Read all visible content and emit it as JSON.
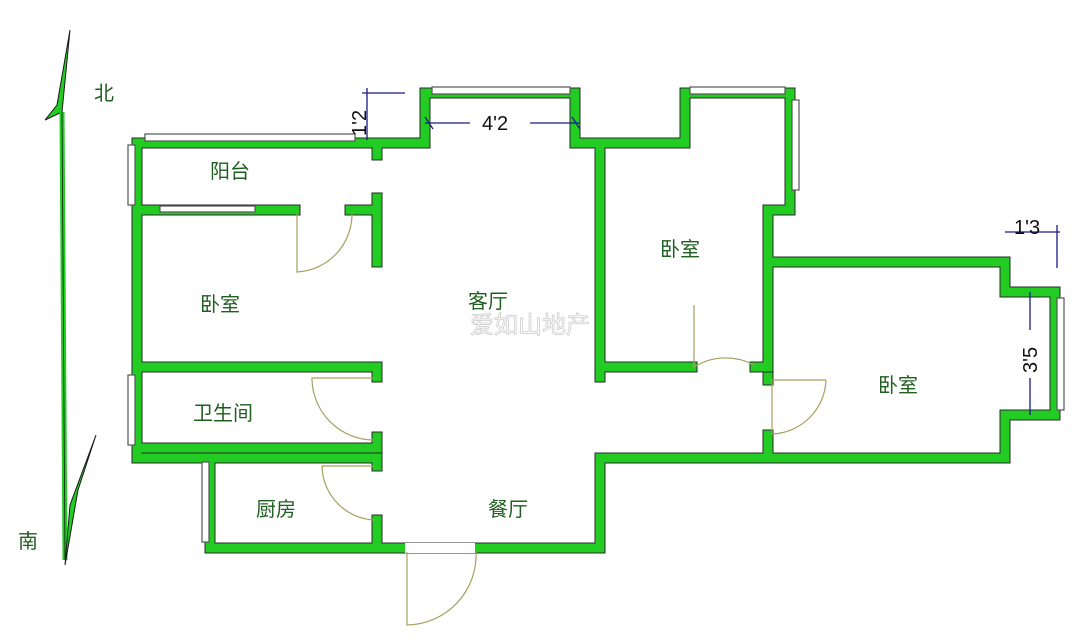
{
  "compass": {
    "north": "北",
    "south": "南"
  },
  "rooms": {
    "balcony": "阳台",
    "bedroom_west": "卧室",
    "living_room": "客厅",
    "bedroom_north": "卧室",
    "bedroom_east": "卧室",
    "bathroom": "卫生间",
    "kitchen": "厨房",
    "dining_room": "餐厅"
  },
  "dimensions": {
    "living_window_width": "4'2",
    "balcony_step": "1'2",
    "east_bay_depth": "1'3",
    "east_bay_width": "3'5"
  },
  "watermark": "爱如山地产",
  "colors": {
    "wall": "#22cc22",
    "door": "#a6a060",
    "dimension": "#1a1a8a",
    "label": "#1f5f1f"
  }
}
